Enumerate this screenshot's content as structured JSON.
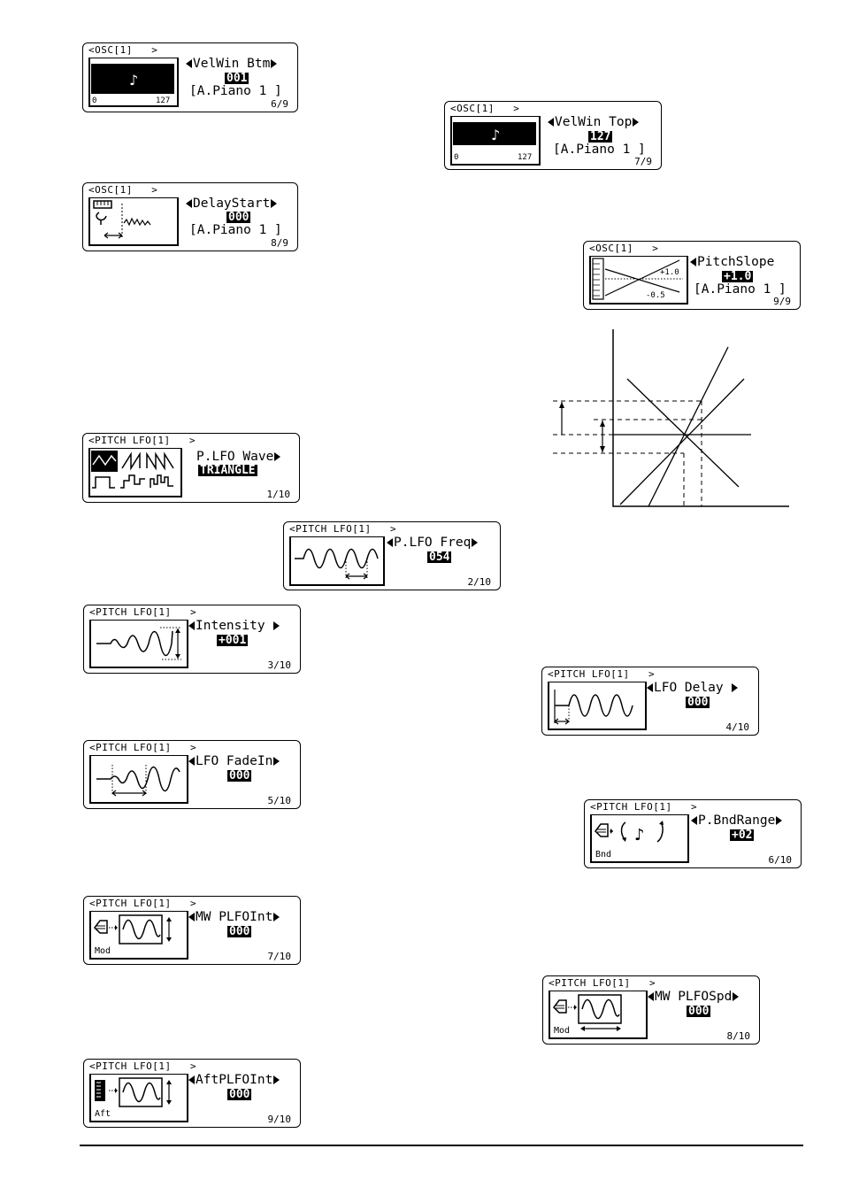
{
  "screens": {
    "velwin_btm": {
      "header": "<OSC[1]   >",
      "param": "VelWin Btm",
      "value": "001",
      "patch": "[A.Piano 1 ]",
      "page": "6/9",
      "range_min": "0",
      "range_max": "127"
    },
    "velwin_top": {
      "header": "<OSC[1]   >",
      "param": "VelWin Top",
      "value": "127",
      "patch": "[A.Piano 1 ]",
      "page": "7/9",
      "range_min": "0",
      "range_max": "127"
    },
    "delay_start": {
      "header": "<OSC[1]   >",
      "param": "DelayStart",
      "value": "000",
      "patch": "[A.Piano 1 ]",
      "page": "8/9"
    },
    "pitch_slope": {
      "header": "<OSC[1]   >",
      "param": "PitchSlope",
      "value": "+1.0",
      "patch": "[A.Piano 1 ]",
      "page": "9/9",
      "label_pos": "+1.0",
      "label_neg": "-0.5"
    },
    "plfo_wave": {
      "header": "<PITCH LFO[1]   >",
      "param": "P.LFO Wave",
      "value": "TRIANGLE",
      "page": "1/10"
    },
    "plfo_freq": {
      "header": "<PITCH LFO[1]   >",
      "param": "P.LFO Freq",
      "value": "054",
      "page": "2/10"
    },
    "intensity": {
      "header": "<PITCH LFO[1]   >",
      "param": "Intensity",
      "value": "+001",
      "page": "3/10"
    },
    "lfo_delay": {
      "header": "<PITCH LFO[1]   >",
      "param": "LFO Delay",
      "value": "000",
      "page": "4/10"
    },
    "lfo_fadein": {
      "header": "<PITCH LFO[1]   >",
      "param": "LFO FadeIn",
      "value": "000",
      "page": "5/10"
    },
    "p_bndrange": {
      "header": "<PITCH LFO[1]   >",
      "param": "P.BndRange",
      "value": "+02",
      "page": "6/10",
      "src": "Bnd"
    },
    "mw_plfoint": {
      "header": "<PITCH LFO[1]   >",
      "param": "MW PLFOInt",
      "value": "000",
      "page": "7/10",
      "src": "Mod"
    },
    "mw_plfospd": {
      "header": "<PITCH LFO[1]   >",
      "param": "MW PLFOSpd",
      "value": "000",
      "page": "8/10",
      "src": "Mod"
    },
    "aft_plfoint": {
      "header": "<PITCH LFO[1]   >",
      "param": "AftPLFOInt",
      "value": "000",
      "page": "9/10",
      "src": "Aft"
    }
  }
}
